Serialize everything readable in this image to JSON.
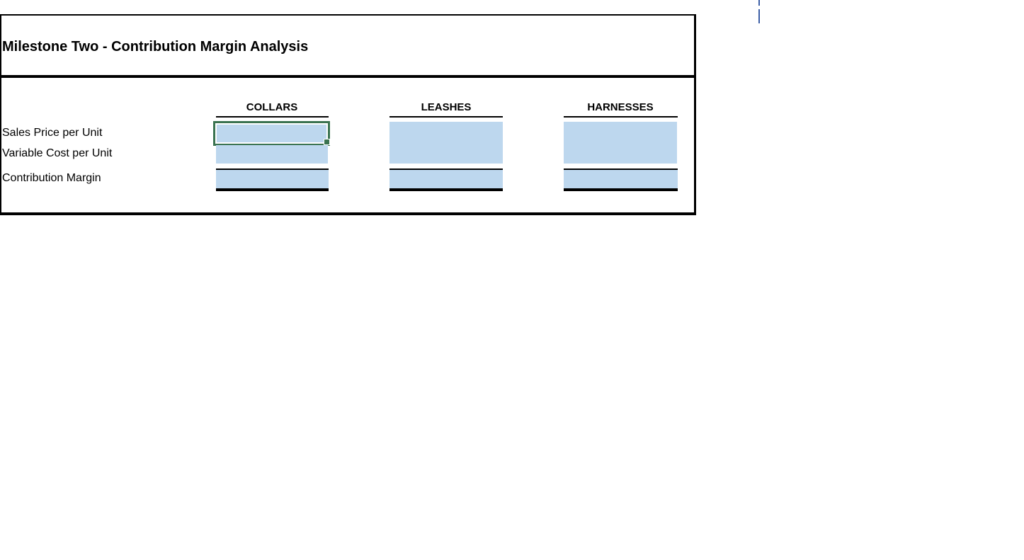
{
  "title": "Milestone Two - Contribution Margin Analysis",
  "table": {
    "columns": [
      "COLLARS",
      "LEASHES",
      "HARNESSES"
    ],
    "row_labels": [
      "Sales Price per Unit",
      "Variable Cost per Unit",
      "Contribution Margin"
    ],
    "cells": {
      "collars": {
        "sales_price_per_unit": "",
        "variable_cost_per_unit": "",
        "contribution_margin": ""
      },
      "leashes": {
        "sales_price_per_unit": "",
        "variable_cost_per_unit": "",
        "contribution_margin": ""
      },
      "harnesses": {
        "sales_price_per_unit": "",
        "variable_cost_per_unit": "",
        "contribution_margin": ""
      }
    },
    "selected_cell": "COLLARS / Sales Price per Unit"
  },
  "colors": {
    "background": "#FFFFFF",
    "input_cell_fill": "#BDD7EE",
    "selection_border_green": "#3A7350",
    "table_border_black": "#000000",
    "caret_blue": "#3B5EA6"
  }
}
